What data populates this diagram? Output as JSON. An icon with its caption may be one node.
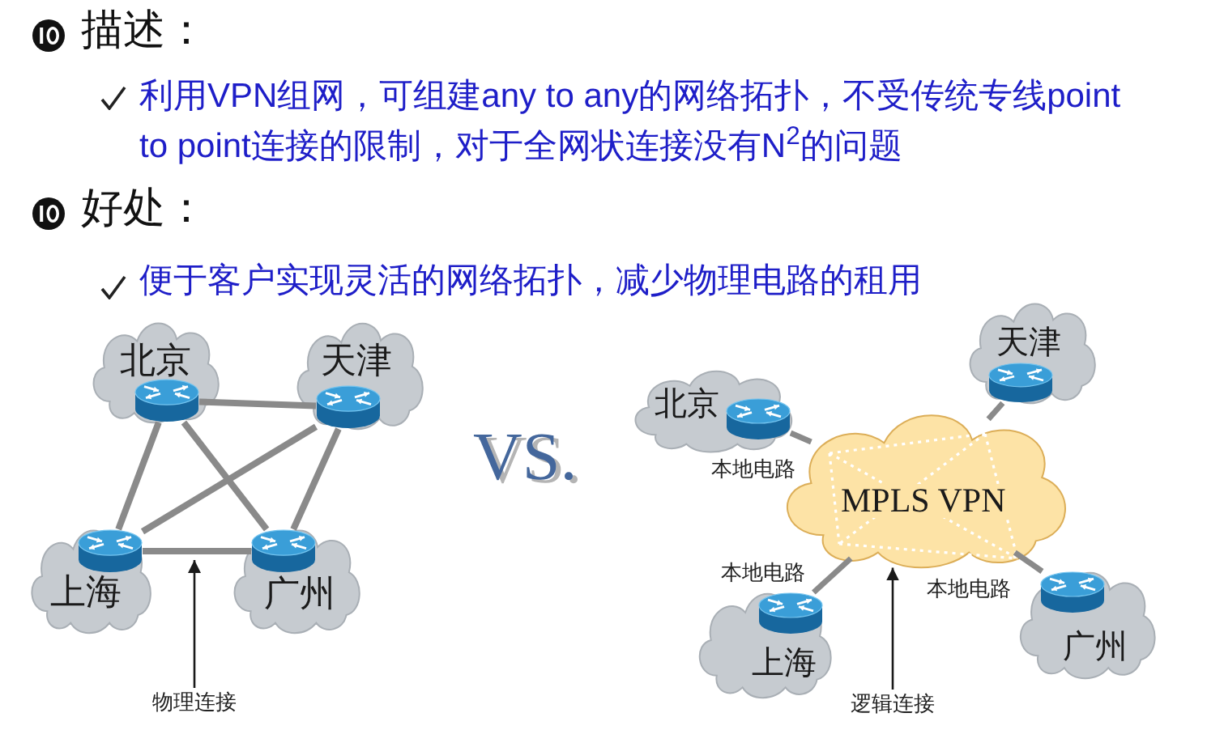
{
  "diagram": {
    "nodes": [
      {
        "text": [
          "北京"
        ]
      },
      {
        "text": [],
        "shape": "picture",
        "in": 0
      },
      {
        "text": [
          "天津"
        ]
      },
      {
        "text": [],
        "shape": "picture",
        "in": 2
      },
      {
        "text": [
          "上海"
        ]
      },
      {
        "text": [],
        "shape": "picture",
        "in": 4
      },
      {
        "text": [
          "广州"
        ]
      },
      {
        "text": [],
        "shape": "picture",
        "in": 6
      },
      {
        "text": [
          "物理连接"
        ]
      },
      {
        "text": [
          "天津"
        ]
      },
      {
        "text": [],
        "shape": "picture",
        "in": 9
      },
      {
        "text": [
          "北京"
        ]
      },
      {
        "text": [],
        "shape": "picture",
        "in": 11
      },
      {
        "text": [
          "MPLS VPN"
        ]
      },
      {
        "text": [
          "上海"
        ]
      },
      {
        "text": [],
        "shape": "picture",
        "in": 14
      },
      {
        "text": [
          "广州"
        ]
      },
      {
        "text": [],
        "shape": "picture",
        "in": 16
      },
      {
        "text": [
          "逻辑连接"
        ]
      }
    ],
    "edges": [
      {
        "from": 1,
        "to": 3,
        "arrow": "none"
      },
      {
        "from": 1,
        "to": 5,
        "arrow": "none"
      },
      {
        "from": 1,
        "to": 7,
        "arrow": "none"
      },
      {
        "from": 3,
        "to": 5,
        "arrow": "none"
      },
      {
        "from": 3,
        "to": 7,
        "arrow": "none"
      },
      {
        "from": 5,
        "to": 7,
        "arrow": "none"
      },
      {
        "from": 8,
        "to": null,
        "arrow": "to",
        "color": "#1a1a1a"
      },
      {
        "from": 12,
        "to": 13,
        "arrow": "none",
        "label": "本地电路"
      },
      {
        "from": 10,
        "to": 13,
        "arrow": "none"
      },
      {
        "from": 15,
        "to": 13,
        "arrow": "none",
        "label": "本地电路"
      },
      {
        "from": 17,
        "to": 13,
        "arrow": "none",
        "label": "本地电路"
      },
      {
        "from": 18,
        "to": 13,
        "arrow": "to",
        "color": "#1a1a1a"
      }
    ],
    "labels": [
      "描述：",
      "利用VPN组网，可组建any to any的网络拓扑，不受传统专线point to point连接的限制，对于全网状连接没有N$^{2}$的问题",
      "好处：",
      "便于客户实现灵活的网络拓扑，减少物理电路的租用",
      "VS."
    ]
  }
}
